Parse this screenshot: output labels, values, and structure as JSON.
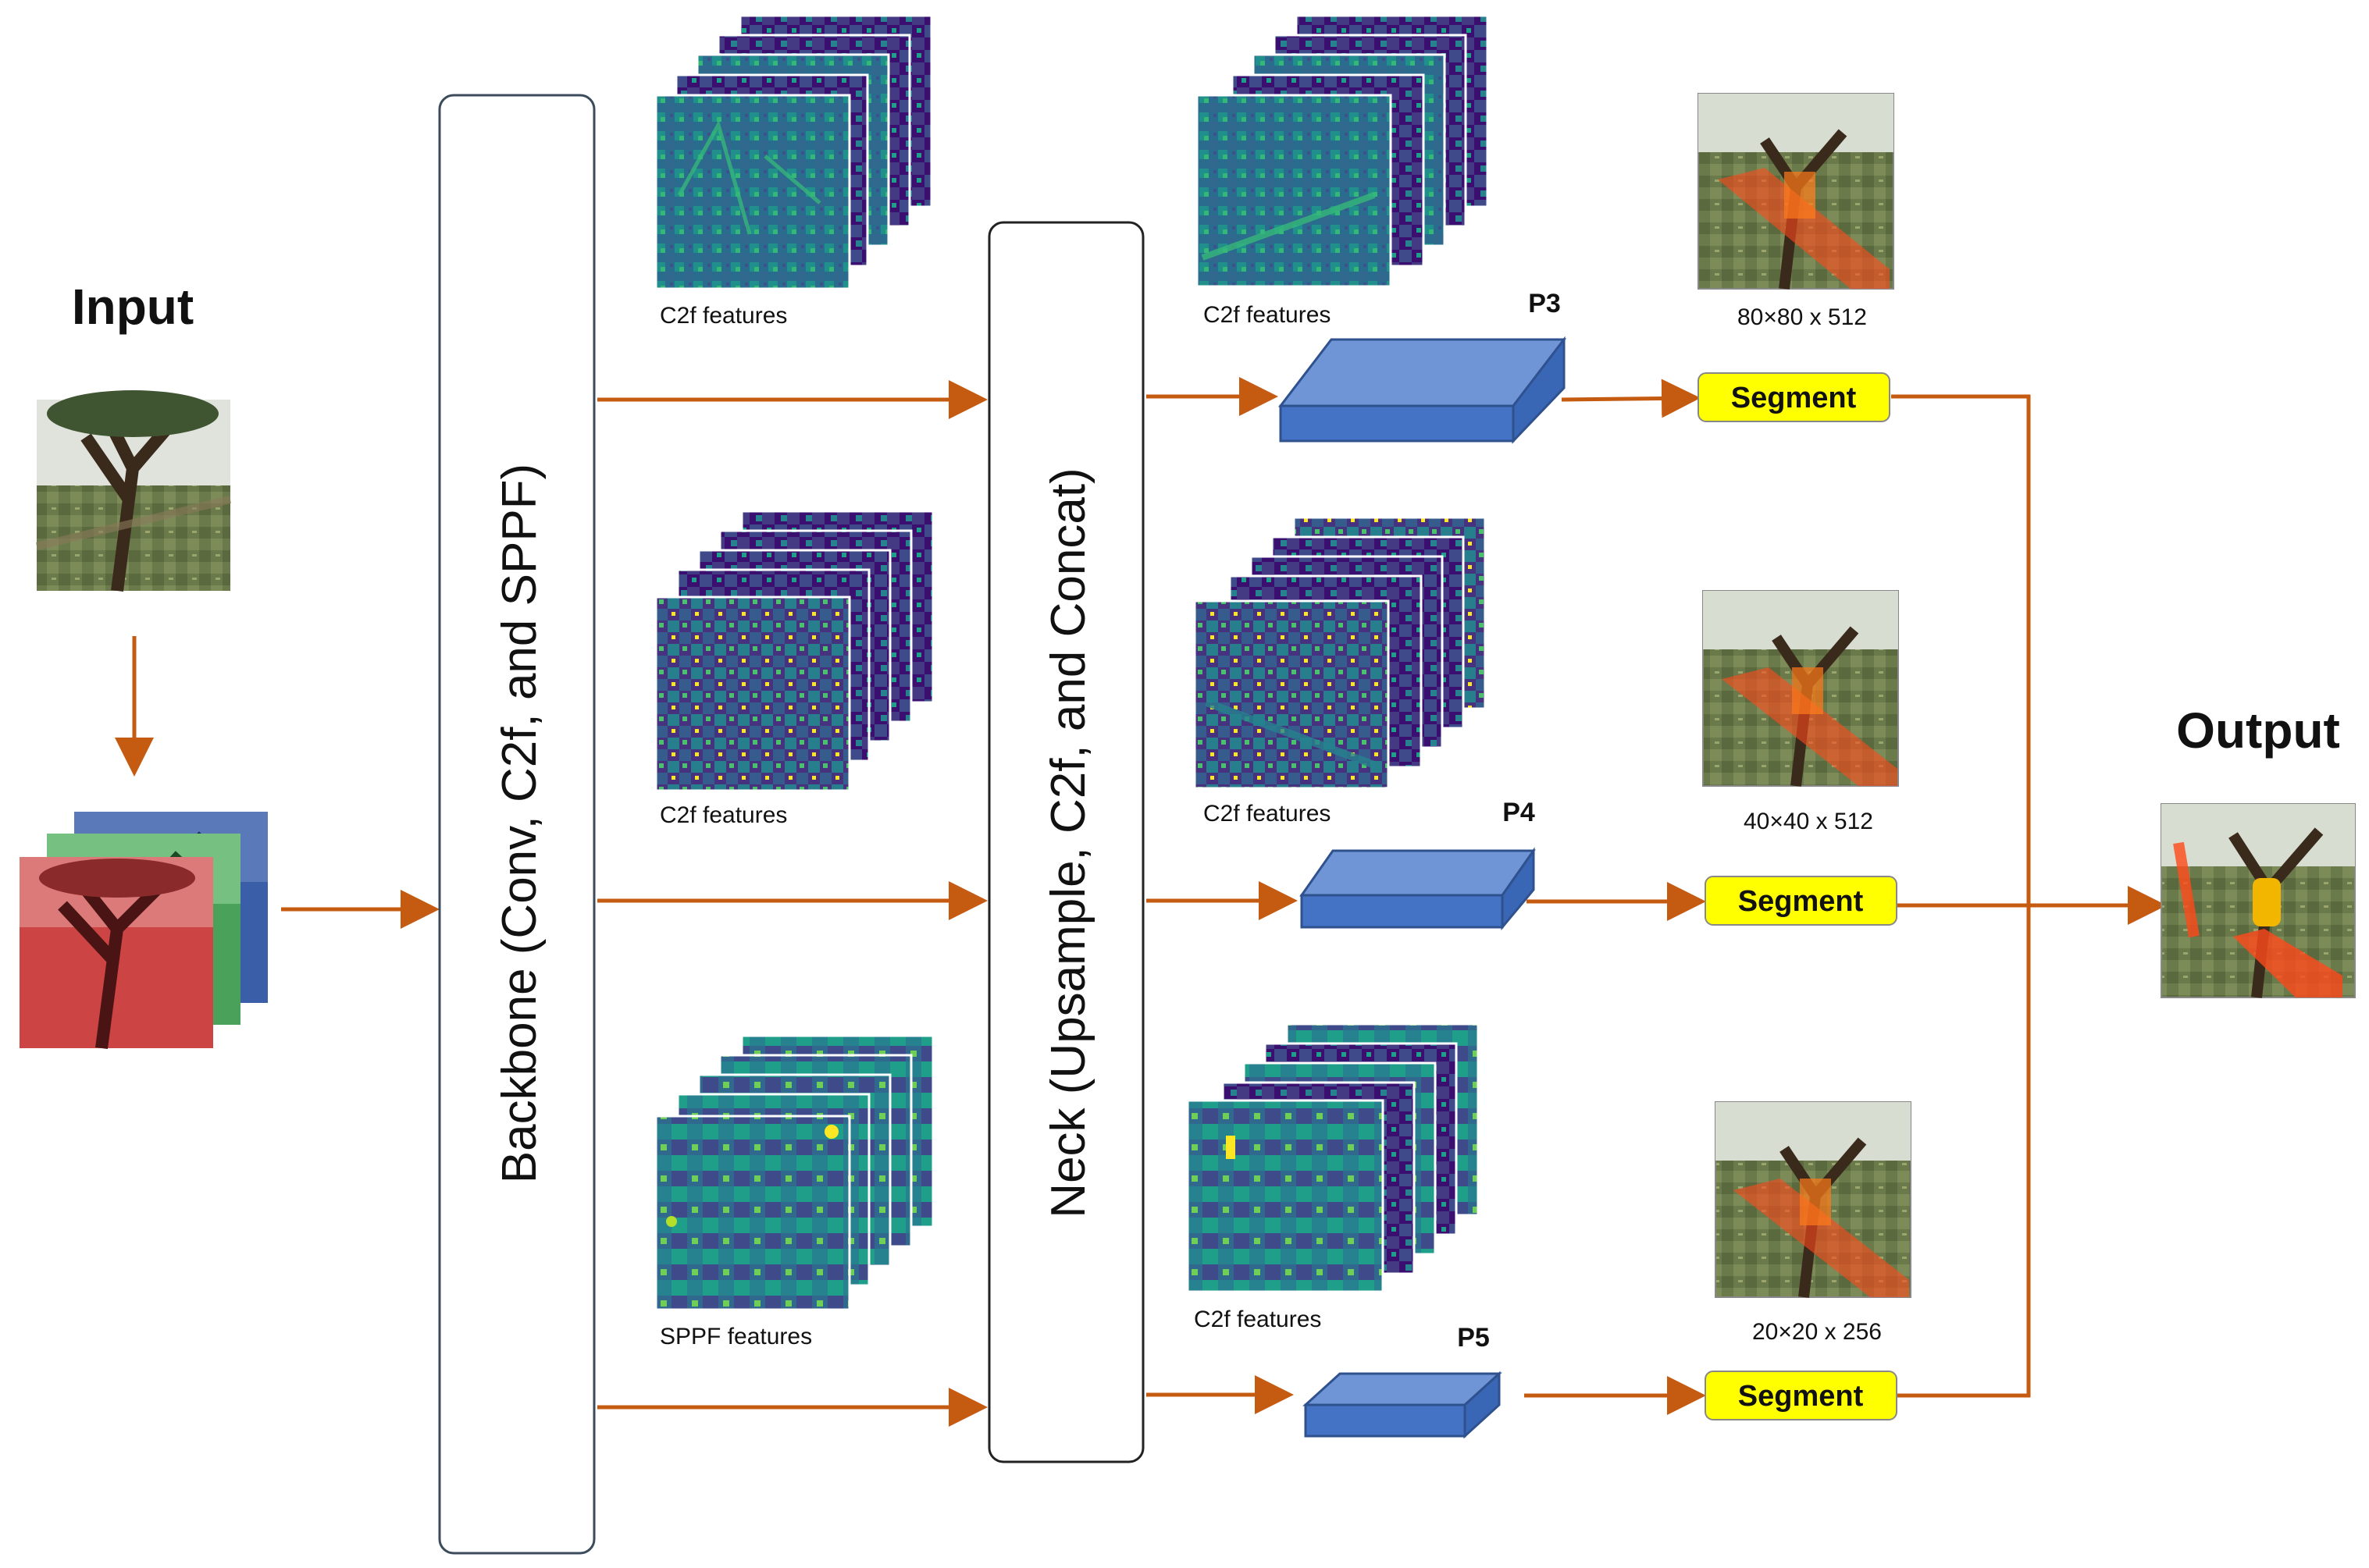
{
  "input": {
    "title": "Input"
  },
  "output": {
    "title": "Output"
  },
  "backbone": {
    "label": "Backbone (Conv, C2f, and SPPF)"
  },
  "neck": {
    "label": "Neck (Upsample, C2f, and Concat)"
  },
  "backbone_features": [
    {
      "caption": "C2f features"
    },
    {
      "caption": "C2f features"
    },
    {
      "caption": "SPPF features"
    }
  ],
  "neck_features": [
    {
      "caption": "C2f features"
    },
    {
      "caption": "C2f features"
    },
    {
      "caption": "C2f features"
    }
  ],
  "heads": [
    {
      "name": "P3",
      "size": "80×80 x 512",
      "segment": "Segment"
    },
    {
      "name": "P4",
      "size": "40×40 x 512",
      "segment": "Segment"
    },
    {
      "name": "P5",
      "size": "20×20 x 256",
      "segment": "Segment"
    }
  ],
  "colors": {
    "arrow": "#c55a11",
    "box": "#4472c4",
    "segment_fill": "#ffff00",
    "viridis_dark": "#3b0f70",
    "viridis_mid": "#21908d",
    "viridis_light": "#fde725"
  }
}
